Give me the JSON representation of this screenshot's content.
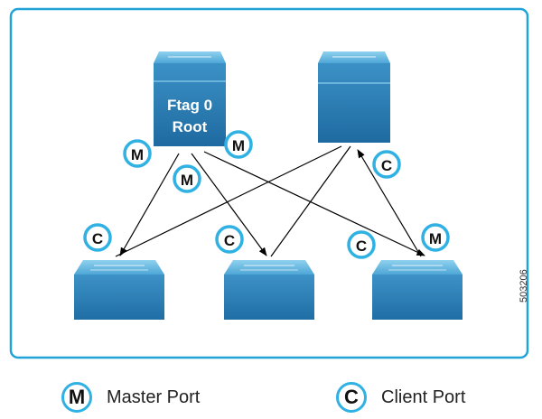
{
  "root_switch": {
    "line1": "Ftag 0",
    "line2": "Root"
  },
  "badges": {
    "master": "M",
    "client": "C"
  },
  "legend": {
    "master_symbol": "M",
    "master_label": "Master Port",
    "client_symbol": "C",
    "client_label": "Client Port"
  },
  "figure_id": "503206",
  "colors": {
    "frame_border": "#1fa3d8",
    "switch_blue": "#2f85bb",
    "badge_ring": "#2fb1e3",
    "arrow": "#000000"
  }
}
